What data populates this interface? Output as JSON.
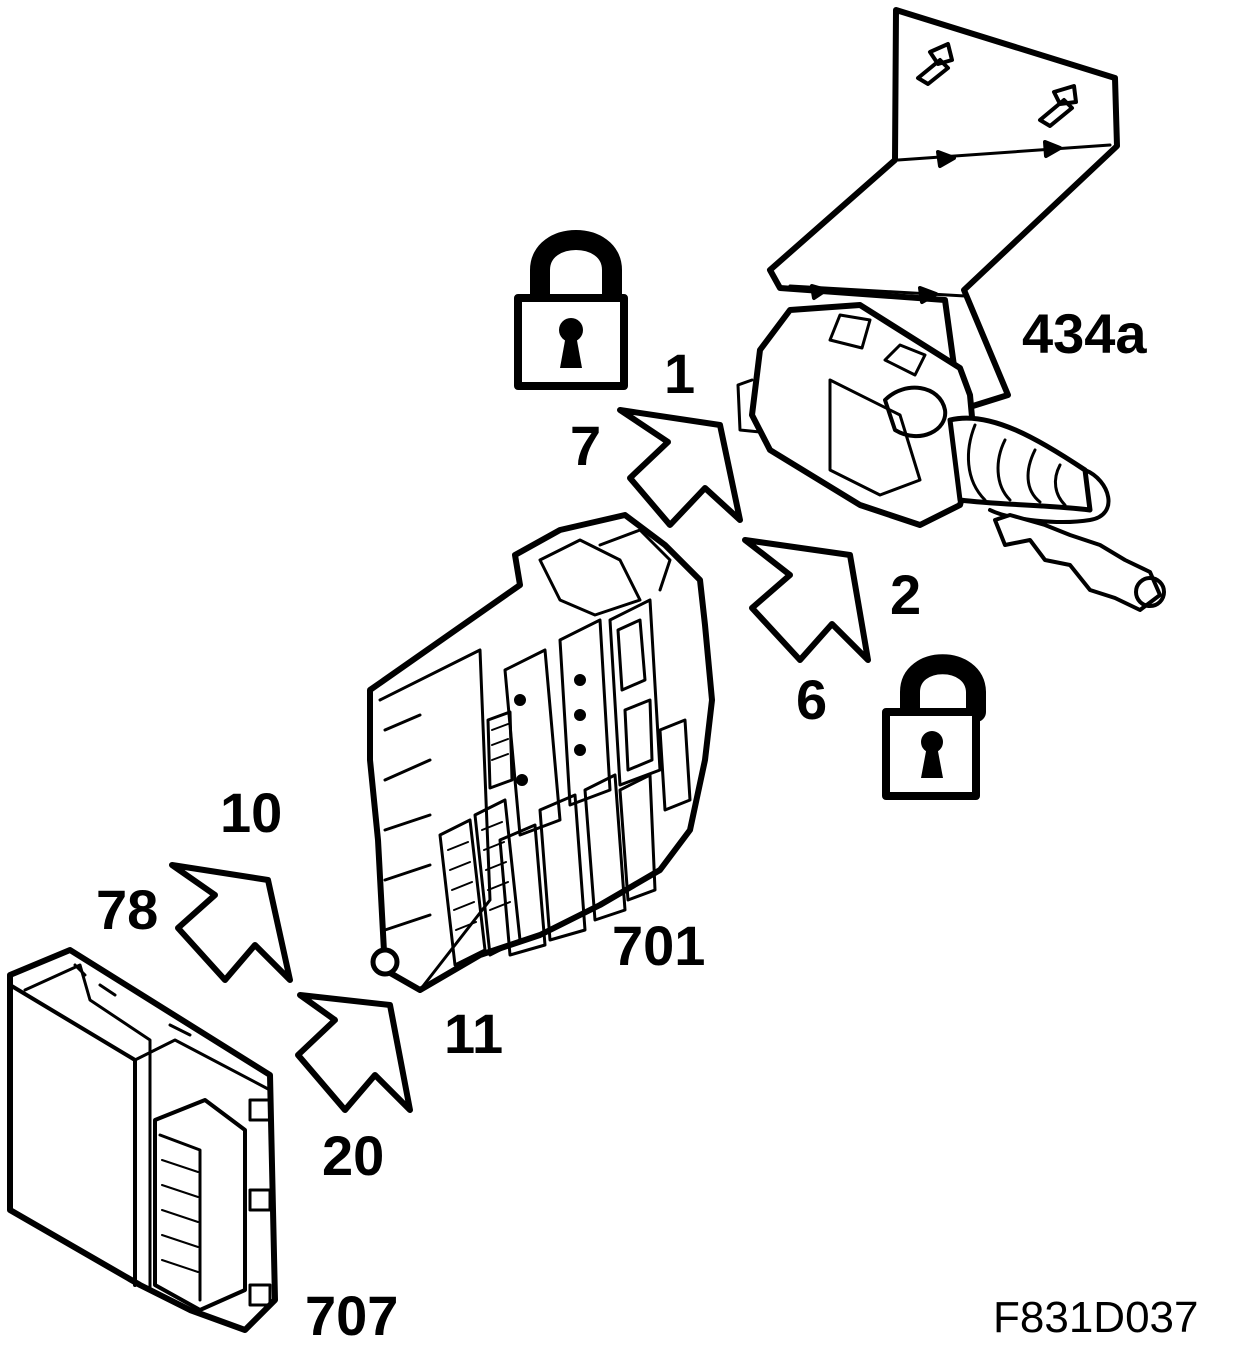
{
  "figure_id": "F831D037",
  "components": {
    "actuator": "434a",
    "central_unit": "701",
    "control_module": "707"
  },
  "pins_upper": {
    "lock_a": "1",
    "lock_b": "7",
    "unlock_a": "2",
    "unlock_b": "6"
  },
  "pins_lower": {
    "a": "10",
    "b": "78",
    "c": "11",
    "d": "20"
  },
  "icons": [
    "padlock-locked-icon",
    "padlock-unlocked-icon"
  ]
}
